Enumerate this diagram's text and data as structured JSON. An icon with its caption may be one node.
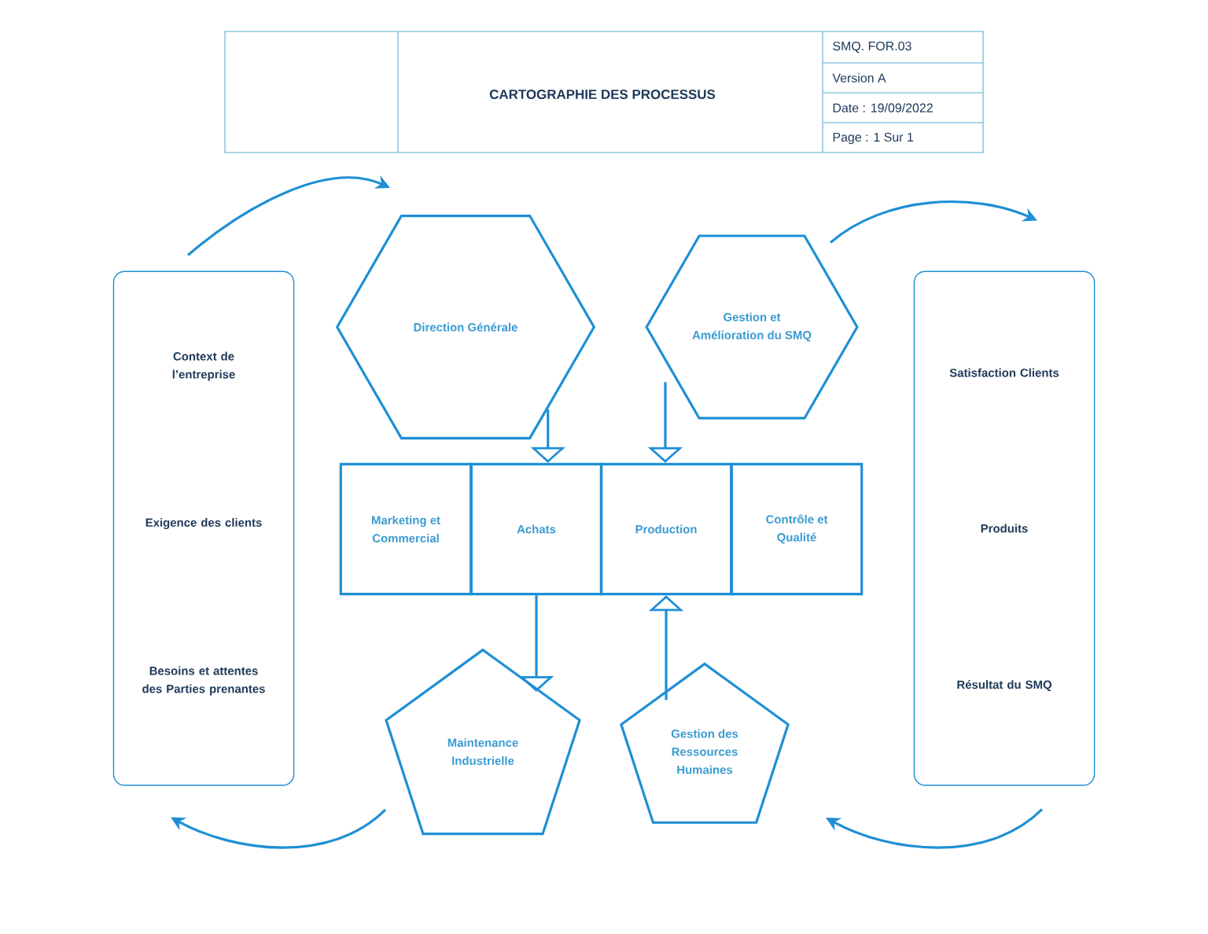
{
  "diagram": {
    "title": "CARTOGRAPHIE DES PROCESSUS",
    "nodes": [
      {
        "text": [
          "Context de l’entreprise",
          "Exigence des clients",
          "Besoins et attentes des Parties prenantes"
        ]
      },
      {
        "text": [
          "Direction Générale"
        ]
      },
      {
        "text": [
          "Gestion et Amélioration du SMQ"
        ]
      },
      {
        "text": [
          "Satisfaction Clients",
          "Produits",
          "Résultat du SMQ"
        ]
      },
      {
        "text": [
          "Marketing et Commercial"
        ]
      },
      {
        "text": [
          "Achats"
        ]
      },
      {
        "text": [
          "Production"
        ]
      },
      {
        "text": [
          "Contrôle et Qualité"
        ]
      },
      {
        "text": [
          "Maintenance Industrielle"
        ]
      },
      {
        "text": [
          "Gestion des Ressources Humaines"
        ]
      }
    ],
    "edges": [
      {
        "from": 0,
        "to": 1,
        "arrow": "to"
      },
      {
        "from": 2,
        "to": 3,
        "arrow": "to"
      },
      {
        "from": 1,
        "to": 5,
        "arrow": "to"
      },
      {
        "from": 2,
        "to": 6,
        "arrow": "to"
      },
      {
        "from": 5,
        "to": 8,
        "arrow": "to"
      },
      {
        "from": 9,
        "to": 6,
        "arrow": "to"
      },
      {
        "from": 3,
        "to": 9,
        "arrow": "to"
      },
      {
        "from": 8,
        "to": 0,
        "arrow": "to"
      }
    ],
    "labels": [
      "SMQ. FOR.03",
      "Version A",
      "Date : 19/09/2022",
      "Page : 1 Sur 1"
    ]
  }
}
